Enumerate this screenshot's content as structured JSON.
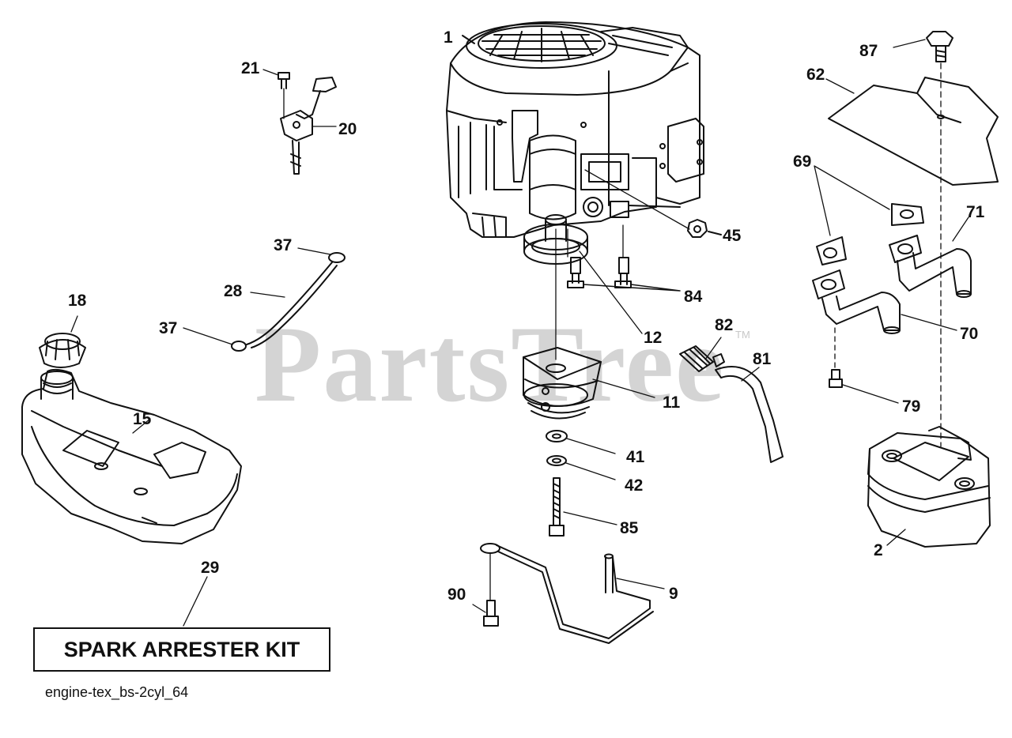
{
  "watermark": {
    "text": "PartsTree",
    "tm": "TM"
  },
  "callouts": {
    "c1": "1",
    "c2": "2",
    "c9": "9",
    "c11": "11",
    "c12": "12",
    "c15": "15",
    "c18": "18",
    "c20": "20",
    "c21": "21",
    "c28": "28",
    "c29": "29",
    "c37a": "37",
    "c37b": "37",
    "c41": "41",
    "c42": "42",
    "c45": "45",
    "c62": "62",
    "c69": "69",
    "c70": "70",
    "c71": "71",
    "c79": "79",
    "c81": "81",
    "c82": "82",
    "c84": "84",
    "c85": "85",
    "c87": "87",
    "c90": "90"
  },
  "kit": {
    "label": "SPARK ARRESTER KIT"
  },
  "diagram_code": "engine-tex_bs-2cyl_64",
  "colors": {
    "line": "#111111",
    "watermark": "#d4d4d4",
    "background": "#ffffff"
  }
}
